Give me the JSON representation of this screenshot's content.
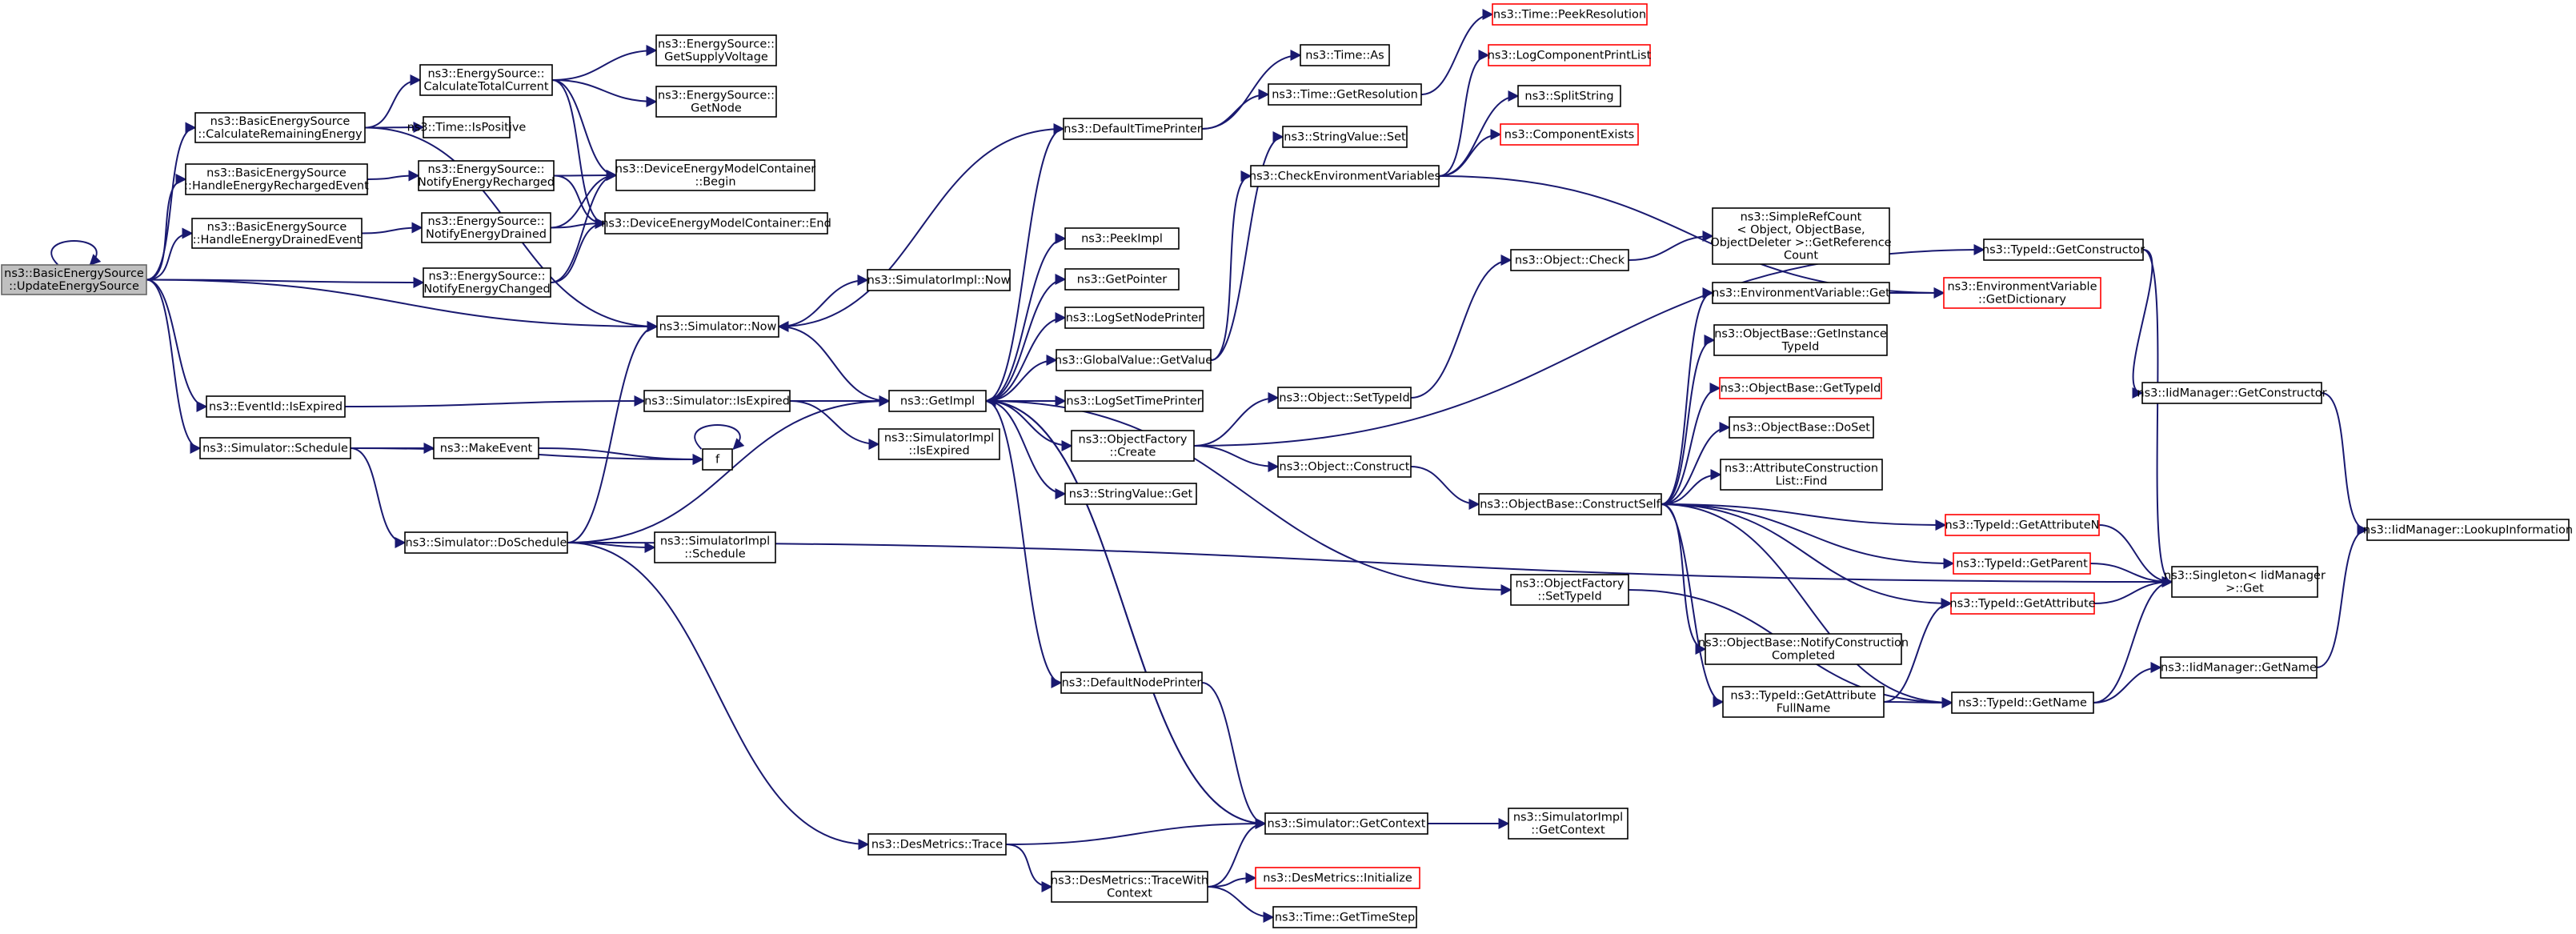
{
  "colors": {
    "edge": "#191970",
    "node_border": "#000000",
    "external_border": "#ff0000",
    "root_fill": "#bfbfbf",
    "background": "#ffffff"
  },
  "nodes": [
    {
      "id": "root",
      "lines": [
        "ns3::BasicEnergySource",
        "::UpdateEnergySource"
      ],
      "style": "root"
    },
    {
      "id": "calcRemain",
      "lines": [
        "ns3::BasicEnergySource",
        "::CalculateRemainingEnergy"
      ]
    },
    {
      "id": "handleRecharged",
      "lines": [
        "ns3::BasicEnergySource",
        "::HandleEnergyRechargedEvent"
      ]
    },
    {
      "id": "handleDrained",
      "lines": [
        "ns3::BasicEnergySource",
        "::HandleEnergyDrainedEvent"
      ]
    },
    {
      "id": "esCalcTotal",
      "lines": [
        "ns3::EnergySource::",
        "CalculateTotalCurrent"
      ]
    },
    {
      "id": "timeIsPositive",
      "lines": [
        "ns3::Time::IsPositive"
      ]
    },
    {
      "id": "esNotifyRecharged",
      "lines": [
        "ns3::EnergySource::",
        "NotifyEnergyRecharged"
      ]
    },
    {
      "id": "esNotifyDrained",
      "lines": [
        "ns3::EnergySource::",
        "NotifyEnergyDrained"
      ]
    },
    {
      "id": "esNotifyChanged",
      "lines": [
        "ns3::EnergySource::",
        "NotifyEnergyChanged"
      ]
    },
    {
      "id": "esSupplyVoltage",
      "lines": [
        "ns3::EnergySource::",
        "GetSupplyVoltage"
      ]
    },
    {
      "id": "esGetNode",
      "lines": [
        "ns3::EnergySource::",
        "GetNode"
      ]
    },
    {
      "id": "demcBegin",
      "lines": [
        "ns3::DeviceEnergyModelContainer",
        "::Begin"
      ]
    },
    {
      "id": "demcEnd",
      "lines": [
        "ns3::DeviceEnergyModelContainer::End"
      ]
    },
    {
      "id": "simNow",
      "lines": [
        "ns3::Simulator::Now"
      ]
    },
    {
      "id": "simImplNow",
      "lines": [
        "ns3::SimulatorImpl::Now"
      ]
    },
    {
      "id": "eventIsExpired",
      "lines": [
        "ns3::EventId::IsExpired"
      ]
    },
    {
      "id": "simIsExpired",
      "lines": [
        "ns3::Simulator::IsExpired"
      ]
    },
    {
      "id": "simImplIsExpired",
      "lines": [
        "ns3::SimulatorImpl",
        "::IsExpired"
      ]
    },
    {
      "id": "simSchedule",
      "lines": [
        "ns3::Simulator::Schedule"
      ]
    },
    {
      "id": "makeEvent",
      "lines": [
        "ns3::MakeEvent"
      ]
    },
    {
      "id": "f",
      "lines": [
        "f"
      ]
    },
    {
      "id": "simDoSchedule",
      "lines": [
        "ns3::Simulator::DoSchedule"
      ]
    },
    {
      "id": "simImplSchedule",
      "lines": [
        "ns3::SimulatorImpl",
        "::Schedule"
      ]
    },
    {
      "id": "getImpl",
      "lines": [
        "ns3::GetImpl"
      ]
    },
    {
      "id": "defaultTimePrinter",
      "lines": [
        "ns3::DefaultTimePrinter"
      ]
    },
    {
      "id": "peekImpl",
      "lines": [
        "ns3::PeekImpl"
      ]
    },
    {
      "id": "getPointer",
      "lines": [
        "ns3::GetPointer"
      ]
    },
    {
      "id": "logSetNodePrinter",
      "lines": [
        "ns3::LogSetNodePrinter"
      ]
    },
    {
      "id": "globalGetValue",
      "lines": [
        "ns3::GlobalValue::GetValue"
      ]
    },
    {
      "id": "logSetTimePrinter",
      "lines": [
        "ns3::LogSetTimePrinter"
      ]
    },
    {
      "id": "objFactoryCreate",
      "lines": [
        "ns3::ObjectFactory",
        "::Create"
      ]
    },
    {
      "id": "stringValueGet",
      "lines": [
        "ns3::StringValue::Get"
      ]
    },
    {
      "id": "defaultNodePrinter",
      "lines": [
        "ns3::DefaultNodePrinter"
      ]
    },
    {
      "id": "timeAs",
      "lines": [
        "ns3::Time::As"
      ]
    },
    {
      "id": "timeGetResolution",
      "lines": [
        "ns3::Time::GetResolution"
      ]
    },
    {
      "id": "timePeekResolution",
      "lines": [
        "ns3::Time::PeekResolution"
      ],
      "style": "red"
    },
    {
      "id": "logComponentPrintList",
      "lines": [
        "ns3::LogComponentPrintList"
      ],
      "style": "red"
    },
    {
      "id": "splitString",
      "lines": [
        "ns3::SplitString"
      ]
    },
    {
      "id": "componentExists",
      "lines": [
        "ns3::ComponentExists"
      ],
      "style": "red"
    },
    {
      "id": "stringValueSet",
      "lines": [
        "ns3::StringValue::Set"
      ]
    },
    {
      "id": "checkEnvVars",
      "lines": [
        "ns3::CheckEnvironmentVariables"
      ]
    },
    {
      "id": "objSetTypeId",
      "lines": [
        "ns3::Object::SetTypeId"
      ]
    },
    {
      "id": "objConstruct",
      "lines": [
        "ns3::Object::Construct"
      ]
    },
    {
      "id": "objCheck",
      "lines": [
        "ns3::Object::Check"
      ]
    },
    {
      "id": "simpleRefCount",
      "lines": [
        "ns3::SimpleRefCount",
        "< Object, ObjectBase,",
        "ObjectDeleter >::GetReference",
        "Count"
      ]
    },
    {
      "id": "envVarGet",
      "lines": [
        "ns3::EnvironmentVariable::Get"
      ]
    },
    {
      "id": "envVarGetDict",
      "lines": [
        "ns3::EnvironmentVariable",
        "::GetDictionary"
      ],
      "style": "red"
    },
    {
      "id": "objBaseGetInstanceTypeId",
      "lines": [
        "ns3::ObjectBase::GetInstance",
        "TypeId"
      ]
    },
    {
      "id": "objBaseGetTypeId",
      "lines": [
        "ns3::ObjectBase::GetTypeId"
      ],
      "style": "red"
    },
    {
      "id": "objBaseDoSet",
      "lines": [
        "ns3::ObjectBase::DoSet"
      ]
    },
    {
      "id": "attrConstructionListFind",
      "lines": [
        "ns3::AttributeConstruction",
        "List::Find"
      ]
    },
    {
      "id": "objBaseConstructSelf",
      "lines": [
        "ns3::ObjectBase::ConstructSelf"
      ]
    },
    {
      "id": "objFactorySetTypeId",
      "lines": [
        "ns3::ObjectFactory",
        "::SetTypeId"
      ]
    },
    {
      "id": "objBaseNotifyConstructionCompleted",
      "lines": [
        "ns3::ObjectBase::NotifyConstruction",
        "Completed"
      ]
    },
    {
      "id": "typeIdGetAttributeFullName",
      "lines": [
        "ns3::TypeId::GetAttribute",
        "FullName"
      ]
    },
    {
      "id": "typeIdGetConstructor",
      "lines": [
        "ns3::TypeId::GetConstructor"
      ]
    },
    {
      "id": "typeIdGetAttributeN",
      "lines": [
        "ns3::TypeId::GetAttributeN"
      ],
      "style": "red"
    },
    {
      "id": "typeIdGetParent",
      "lines": [
        "ns3::TypeId::GetParent"
      ],
      "style": "red"
    },
    {
      "id": "typeIdGetAttribute",
      "lines": [
        "ns3::TypeId::GetAttribute"
      ],
      "style": "red"
    },
    {
      "id": "typeIdGetName",
      "lines": [
        "ns3::TypeId::GetName"
      ]
    },
    {
      "id": "iidManagerGetConstructor",
      "lines": [
        "ns3::IidManager::GetConstructor"
      ]
    },
    {
      "id": "iidManagerLookupInformation",
      "lines": [
        "ns3::IidManager::LookupInformation"
      ]
    },
    {
      "id": "singletonGet",
      "lines": [
        "ns3::Singleton< IidManager",
        ">::Get"
      ]
    },
    {
      "id": "iidManagerGetName",
      "lines": [
        "ns3::IidManager::GetName"
      ]
    },
    {
      "id": "simGetContext",
      "lines": [
        "ns3::Simulator::GetContext"
      ]
    },
    {
      "id": "simImplGetContext",
      "lines": [
        "ns3::SimulatorImpl",
        "::GetContext"
      ]
    },
    {
      "id": "desMetricsTrace",
      "lines": [
        "ns3::DesMetrics::Trace"
      ]
    },
    {
      "id": "desMetricsTraceWithContext",
      "lines": [
        "ns3::DesMetrics::TraceWith",
        "Context"
      ]
    },
    {
      "id": "desMetricsInitialize",
      "lines": [
        "ns3::DesMetrics::Initialize"
      ],
      "style": "red"
    },
    {
      "id": "timeGetTimeStep",
      "lines": [
        "ns3::Time::GetTimeStep"
      ]
    }
  ],
  "edges": [
    [
      "root",
      "root"
    ],
    [
      "root",
      "calcRemain"
    ],
    [
      "root",
      "handleRecharged"
    ],
    [
      "root",
      "handleDrained"
    ],
    [
      "root",
      "esNotifyChanged"
    ],
    [
      "root",
      "simNow"
    ],
    [
      "root",
      "eventIsExpired"
    ],
    [
      "root",
      "simSchedule"
    ],
    [
      "calcRemain",
      "esCalcTotal"
    ],
    [
      "calcRemain",
      "timeIsPositive"
    ],
    [
      "calcRemain",
      "simNow"
    ],
    [
      "handleRecharged",
      "esNotifyRecharged"
    ],
    [
      "handleDrained",
      "esNotifyDrained"
    ],
    [
      "esCalcTotal",
      "esSupplyVoltage"
    ],
    [
      "esCalcTotal",
      "esGetNode"
    ],
    [
      "esCalcTotal",
      "demcBegin"
    ],
    [
      "esCalcTotal",
      "demcEnd"
    ],
    [
      "esNotifyRecharged",
      "demcBegin"
    ],
    [
      "esNotifyRecharged",
      "demcEnd"
    ],
    [
      "esNotifyDrained",
      "demcBegin"
    ],
    [
      "esNotifyDrained",
      "demcEnd"
    ],
    [
      "esNotifyChanged",
      "demcBegin"
    ],
    [
      "esNotifyChanged",
      "demcEnd"
    ],
    [
      "simNow",
      "simImplNow"
    ],
    [
      "simNow",
      "getImpl"
    ],
    [
      "eventIsExpired",
      "simIsExpired"
    ],
    [
      "simIsExpired",
      "getImpl"
    ],
    [
      "simIsExpired",
      "simImplIsExpired"
    ],
    [
      "simSchedule",
      "makeEvent"
    ],
    [
      "simSchedule",
      "f"
    ],
    [
      "simSchedule",
      "simDoSchedule"
    ],
    [
      "makeEvent",
      "f"
    ],
    [
      "f",
      "f"
    ],
    [
      "simDoSchedule",
      "simNow"
    ],
    [
      "simDoSchedule",
      "getImpl"
    ],
    [
      "simDoSchedule",
      "simImplSchedule"
    ],
    [
      "simDoSchedule",
      "desMetricsTrace"
    ],
    [
      "simDoSchedule",
      "singletonGet"
    ],
    [
      "getImpl",
      "defaultTimePrinter"
    ],
    [
      "getImpl",
      "peekImpl"
    ],
    [
      "getImpl",
      "getPointer"
    ],
    [
      "getImpl",
      "logSetNodePrinter"
    ],
    [
      "getImpl",
      "globalGetValue"
    ],
    [
      "getImpl",
      "logSetTimePrinter"
    ],
    [
      "getImpl",
      "objFactoryCreate"
    ],
    [
      "getImpl",
      "stringValueGet"
    ],
    [
      "getImpl",
      "defaultNodePrinter"
    ],
    [
      "getImpl",
      "objFactorySetTypeId"
    ],
    [
      "getImpl",
      "simGetContext"
    ],
    [
      "defaultTimePrinter",
      "timeAs"
    ],
    [
      "defaultTimePrinter",
      "timeGetResolution"
    ],
    [
      "defaultTimePrinter",
      "simNow"
    ],
    [
      "timeGetResolution",
      "timePeekResolution"
    ],
    [
      "globalGetValue",
      "checkEnvVars"
    ],
    [
      "globalGetValue",
      "stringValueSet"
    ],
    [
      "checkEnvVars",
      "logComponentPrintList"
    ],
    [
      "checkEnvVars",
      "splitString"
    ],
    [
      "checkEnvVars",
      "componentExists"
    ],
    [
      "checkEnvVars",
      "envVarGetDict"
    ],
    [
      "objFactoryCreate",
      "objSetTypeId"
    ],
    [
      "objFactoryCreate",
      "objConstruct"
    ],
    [
      "objFactoryCreate",
      "typeIdGetConstructor"
    ],
    [
      "objSetTypeId",
      "objCheck"
    ],
    [
      "objCheck",
      "simpleRefCount"
    ],
    [
      "objConstruct",
      "objBaseConstructSelf"
    ],
    [
      "objBaseConstructSelf",
      "envVarGet"
    ],
    [
      "objBaseConstructSelf",
      "objBaseGetInstanceTypeId"
    ],
    [
      "objBaseConstructSelf",
      "objBaseGetTypeId"
    ],
    [
      "objBaseConstructSelf",
      "objBaseDoSet"
    ],
    [
      "objBaseConstructSelf",
      "attrConstructionListFind"
    ],
    [
      "objBaseConstructSelf",
      "typeIdGetAttributeN"
    ],
    [
      "objBaseConstructSelf",
      "typeIdGetParent"
    ],
    [
      "objBaseConstructSelf",
      "typeIdGetAttribute"
    ],
    [
      "objBaseConstructSelf",
      "objBaseNotifyConstructionCompleted"
    ],
    [
      "objBaseConstructSelf",
      "typeIdGetAttributeFullName"
    ],
    [
      "objBaseConstructSelf",
      "typeIdGetName"
    ],
    [
      "envVarGet",
      "envVarGetDict"
    ],
    [
      "typeIdGetConstructor",
      "iidManagerGetConstructor"
    ],
    [
      "typeIdGetConstructor",
      "singletonGet"
    ],
    [
      "iidManagerGetConstructor",
      "iidManagerLookupInformation"
    ],
    [
      "typeIdGetAttributeN",
      "singletonGet"
    ],
    [
      "typeIdGetParent",
      "singletonGet"
    ],
    [
      "typeIdGetAttribute",
      "singletonGet"
    ],
    [
      "typeIdGetAttributeFullName",
      "typeIdGetAttribute"
    ],
    [
      "typeIdGetAttributeFullName",
      "typeIdGetName"
    ],
    [
      "typeIdGetName",
      "singletonGet"
    ],
    [
      "typeIdGetName",
      "iidManagerGetName"
    ],
    [
      "iidManagerGetName",
      "iidManagerLookupInformation"
    ],
    [
      "objFactorySetTypeId",
      "typeIdGetName"
    ],
    [
      "defaultNodePrinter",
      "simGetContext"
    ],
    [
      "simGetContext",
      "simImplGetContext"
    ],
    [
      "simGetContext",
      "getImpl"
    ],
    [
      "desMetricsTrace",
      "simGetContext"
    ],
    [
      "desMetricsTrace",
      "desMetricsTraceWithContext"
    ],
    [
      "desMetricsTraceWithContext",
      "simGetContext"
    ],
    [
      "desMetricsTraceWithContext",
      "desMetricsInitialize"
    ],
    [
      "desMetricsTraceWithContext",
      "timeGetTimeStep"
    ]
  ]
}
